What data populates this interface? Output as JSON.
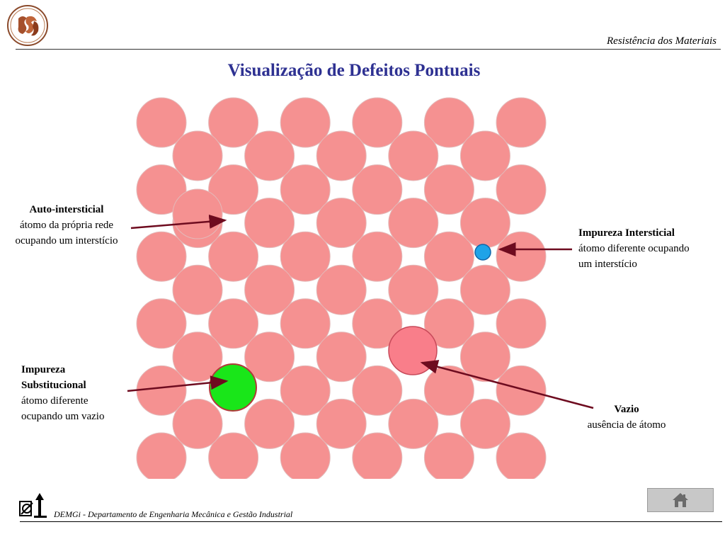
{
  "header": {
    "logo_icon": "fstv-school-logo",
    "subject": "Resistência dos Materiais"
  },
  "title": "Visualização de Defeitos Pontuais",
  "lattice": {
    "atom_color": "#f59191",
    "atom_outline": "#e3b9b9"
  },
  "defects": {
    "self_interstitial": {
      "title": "Auto-intersticial",
      "line1": "átomo da própria rede",
      "line2": "ocupando um interstício"
    },
    "interstitial_impurity": {
      "title": "Impureza Intersticial",
      "line1": "átomo diferente ocupando",
      "line2": "um interstício",
      "color": "#1fa3e8"
    },
    "substitutional_impurity": {
      "title1": "Impureza",
      "title2": "Substitucional",
      "line1": "átomo diferente",
      "line2": "ocupando um vazio",
      "color": "#19e619"
    },
    "vacancy": {
      "title": "Vazio",
      "line1": "ausência de átomo",
      "color": "#f97e8a"
    }
  },
  "arrow_color": "#6e0b1f",
  "footer": {
    "logo_icon": "demgi-logo",
    "text": "DEMGi - Departamento de Engenharia Mecânica e Gestão Industrial",
    "home_icon": "home-icon"
  }
}
